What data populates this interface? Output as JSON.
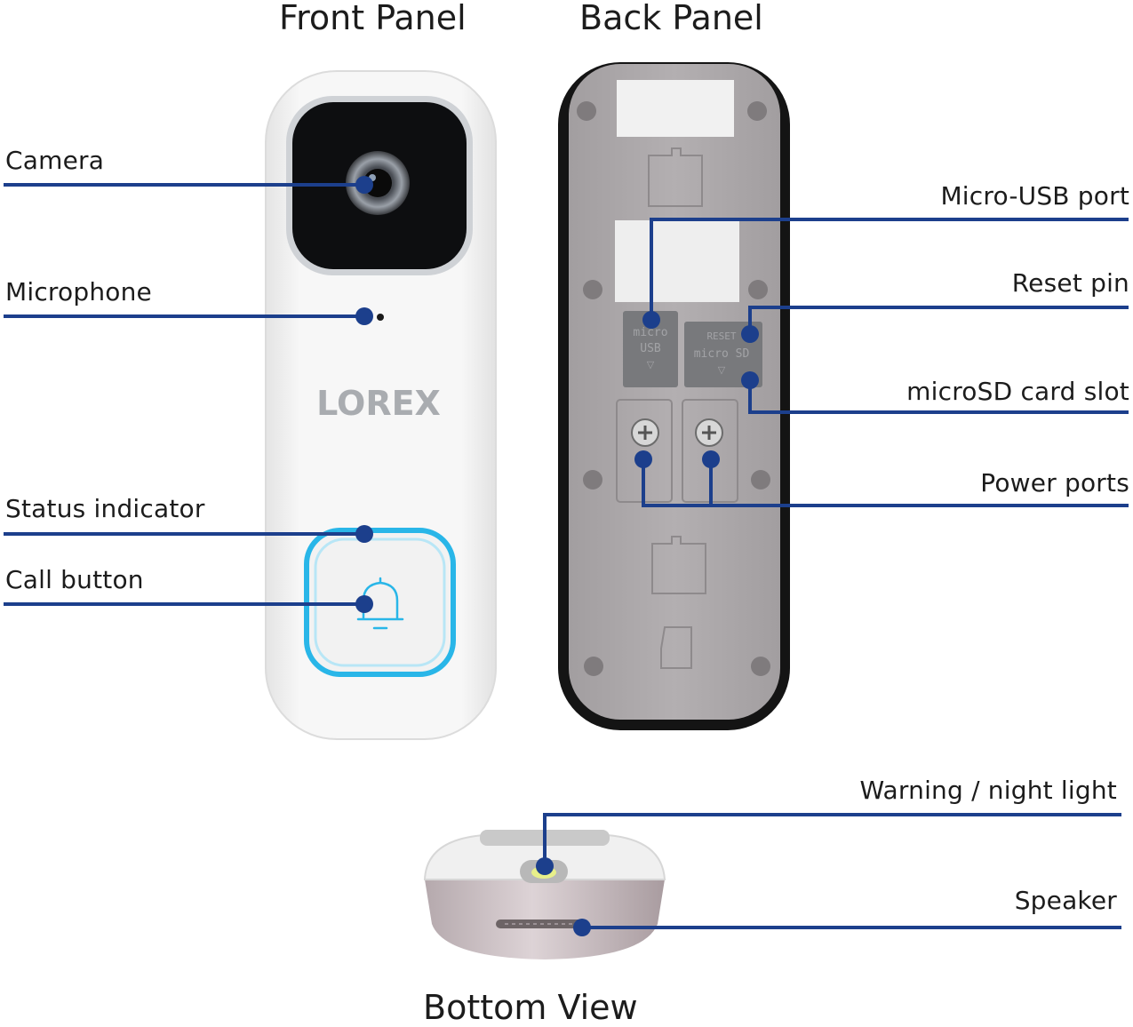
{
  "titles": {
    "front": "Front Panel",
    "back": "Back Panel",
    "bottom": "Bottom View"
  },
  "labels": {
    "camera": "Camera",
    "microphone": "Microphone",
    "status_indicator": "Status indicator",
    "call_button": "Call button",
    "micro_usb_port": "Micro-USB port",
    "reset_pin": "Reset pin",
    "microsd_card_slot": "microSD card slot",
    "power_ports": "Power ports",
    "warning_night_light": "Warning / night light",
    "speaker": "Speaker"
  },
  "device": {
    "brand": "LOREX",
    "usb_port_text_1": "micro",
    "usb_port_text_2": "USB",
    "sd_port_text_1": "RESET",
    "sd_port_text_2": "micro SD"
  },
  "colors": {
    "callout_line": "#1c3f8c",
    "status_ring": "#29b6e8",
    "back_plate": "#aaa6a8",
    "front_body": "#f4f4f4"
  }
}
